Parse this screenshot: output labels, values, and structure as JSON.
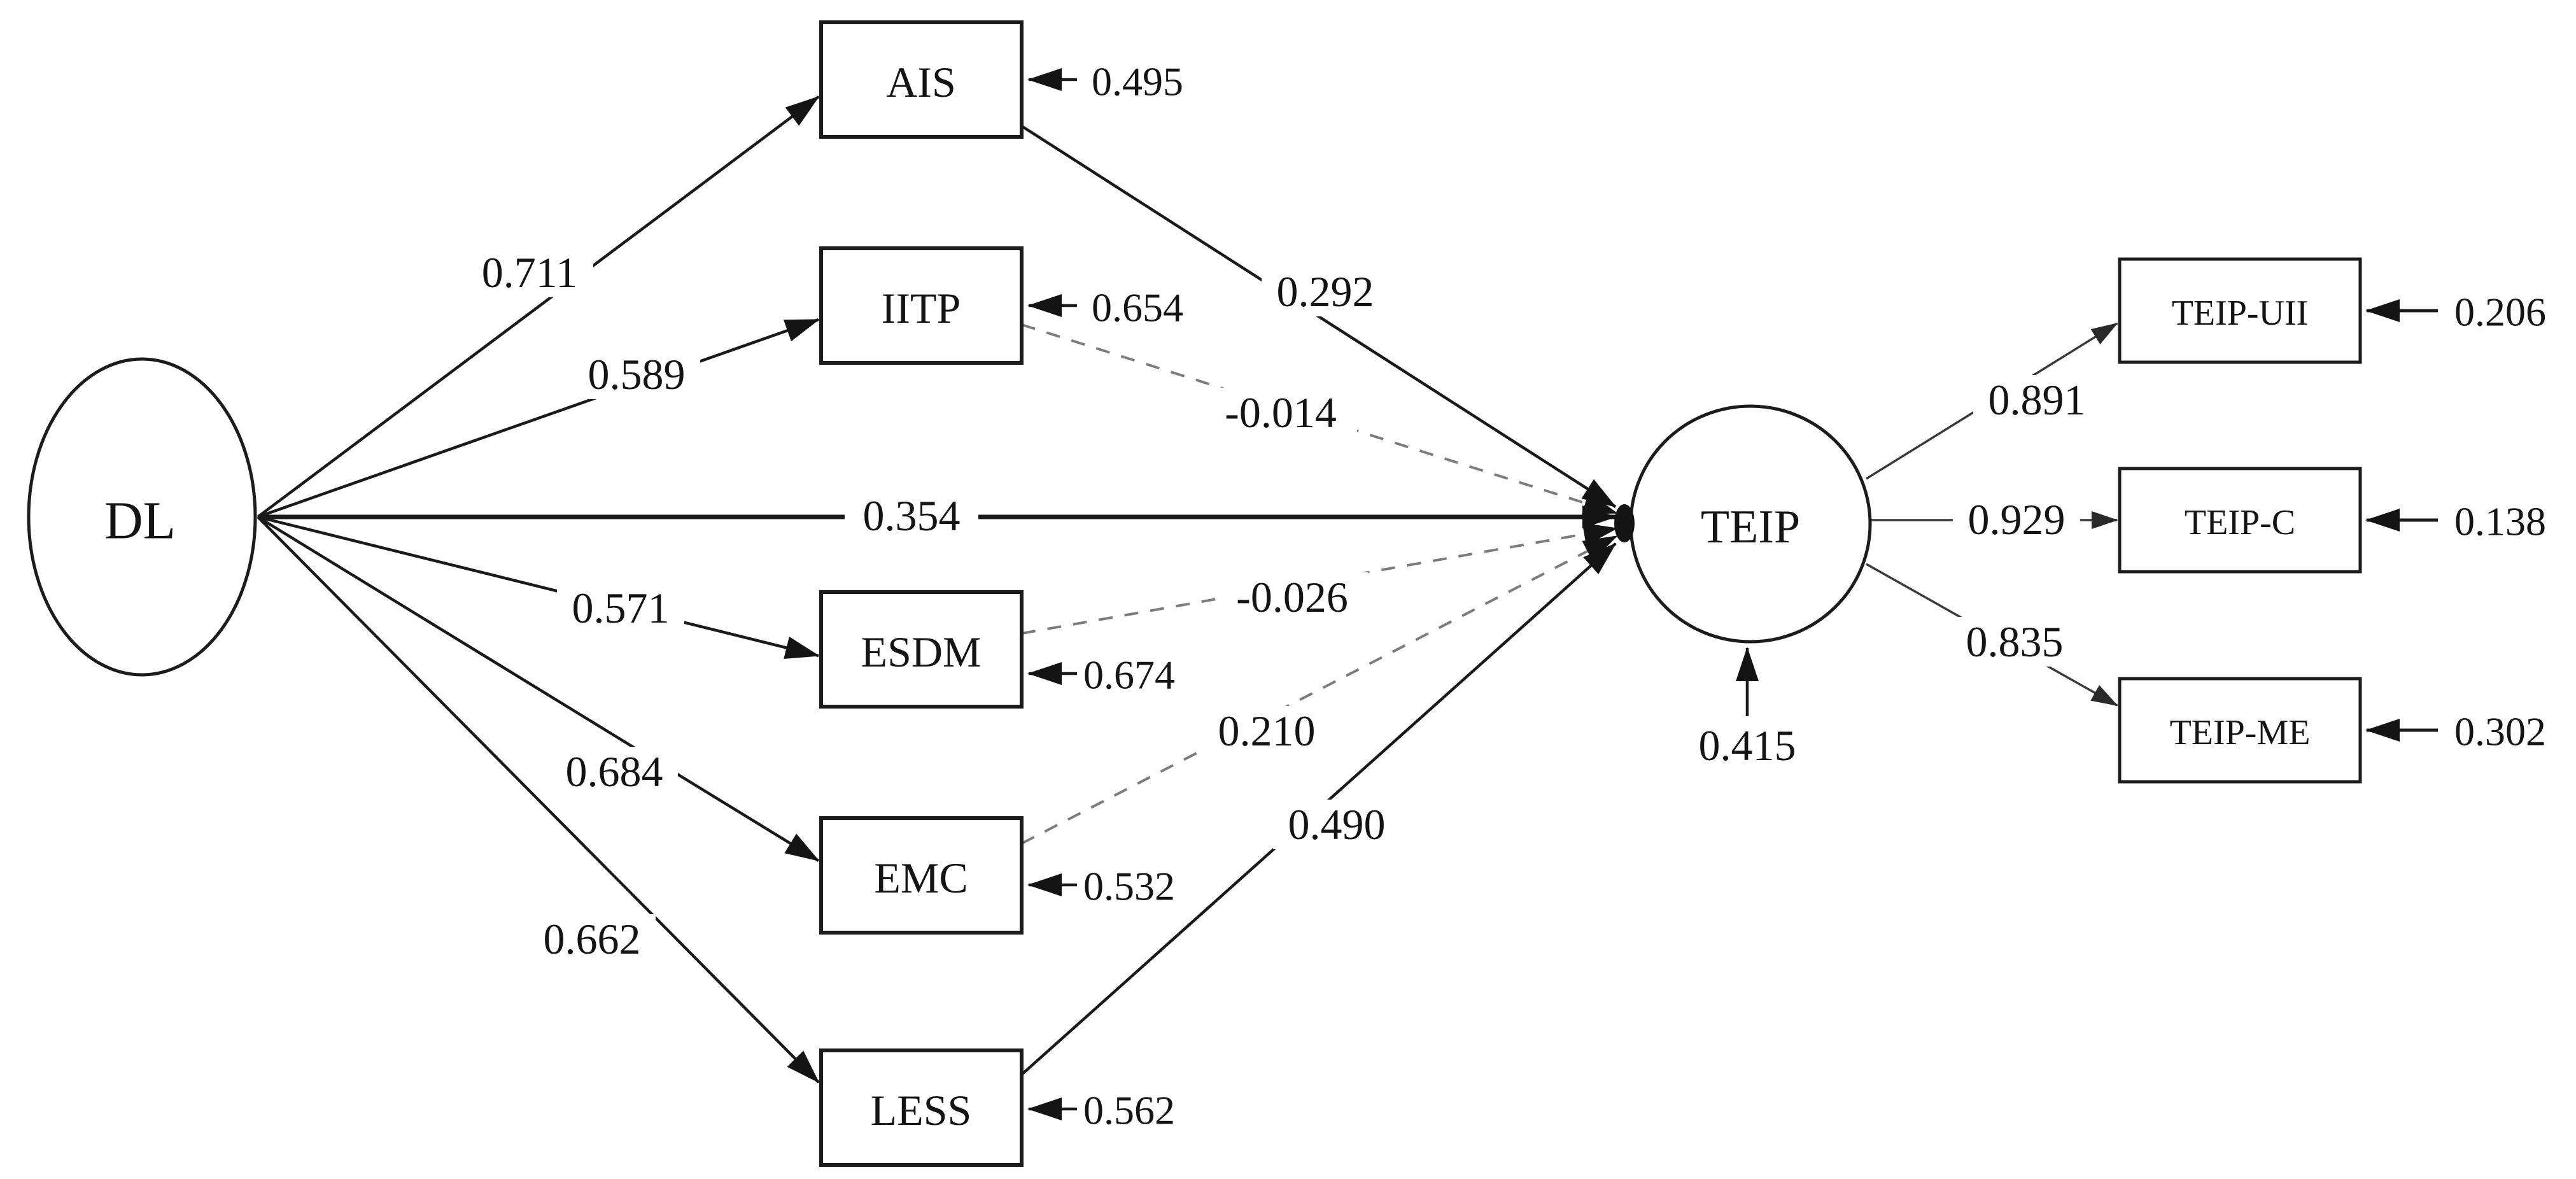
{
  "diagram_kind": "structural-equation-model-path-diagram",
  "colors": {
    "background": "#ffffff",
    "line": "#1a1a1a",
    "dashed_line": "#7c7c7c",
    "text": "#141414"
  },
  "latent_nodes": [
    {
      "id": "DL",
      "label": "DL"
    },
    {
      "id": "TEIP",
      "label": "TEIP",
      "residual_value": "0.415"
    }
  ],
  "dl_indicators": [
    {
      "id": "AIS",
      "label": "AIS",
      "loading": "0.711",
      "error": "0.495"
    },
    {
      "id": "IITP",
      "label": "IITP",
      "loading": "0.589",
      "error": "0.654"
    },
    {
      "id": "ESDM",
      "label": "ESDM",
      "loading": "0.571",
      "error": "0.674"
    },
    {
      "id": "EMC",
      "label": "EMC",
      "loading": "0.684",
      "error": "0.532"
    },
    {
      "id": "LESS",
      "label": "LESS",
      "loading": "0.662",
      "error": "0.562"
    }
  ],
  "structural_paths": [
    {
      "from": "AIS",
      "to": "TEIP",
      "value": "0.292",
      "style": "solid"
    },
    {
      "from": "IITP",
      "to": "TEIP",
      "value": "-0.014",
      "style": "dashed"
    },
    {
      "from": "DL",
      "to": "TEIP",
      "value": "0.354",
      "style": "solid"
    },
    {
      "from": "ESDM",
      "to": "TEIP",
      "value": "-0.026",
      "style": "dashed"
    },
    {
      "from": "EMC",
      "to": "TEIP",
      "value": "0.210",
      "style": "dashed"
    },
    {
      "from": "LESS",
      "to": "TEIP",
      "value": "0.490",
      "style": "solid"
    }
  ],
  "teip_indicators": [
    {
      "id": "TEIP-UII",
      "label": "TEIP-UII",
      "loading": "0.891",
      "error": "0.206"
    },
    {
      "id": "TEIP-C",
      "label": "TEIP-C",
      "loading": "0.929",
      "error": "0.138"
    },
    {
      "id": "TEIP-ME",
      "label": "TEIP-ME",
      "loading": "0.835",
      "error": "0.302"
    }
  ]
}
